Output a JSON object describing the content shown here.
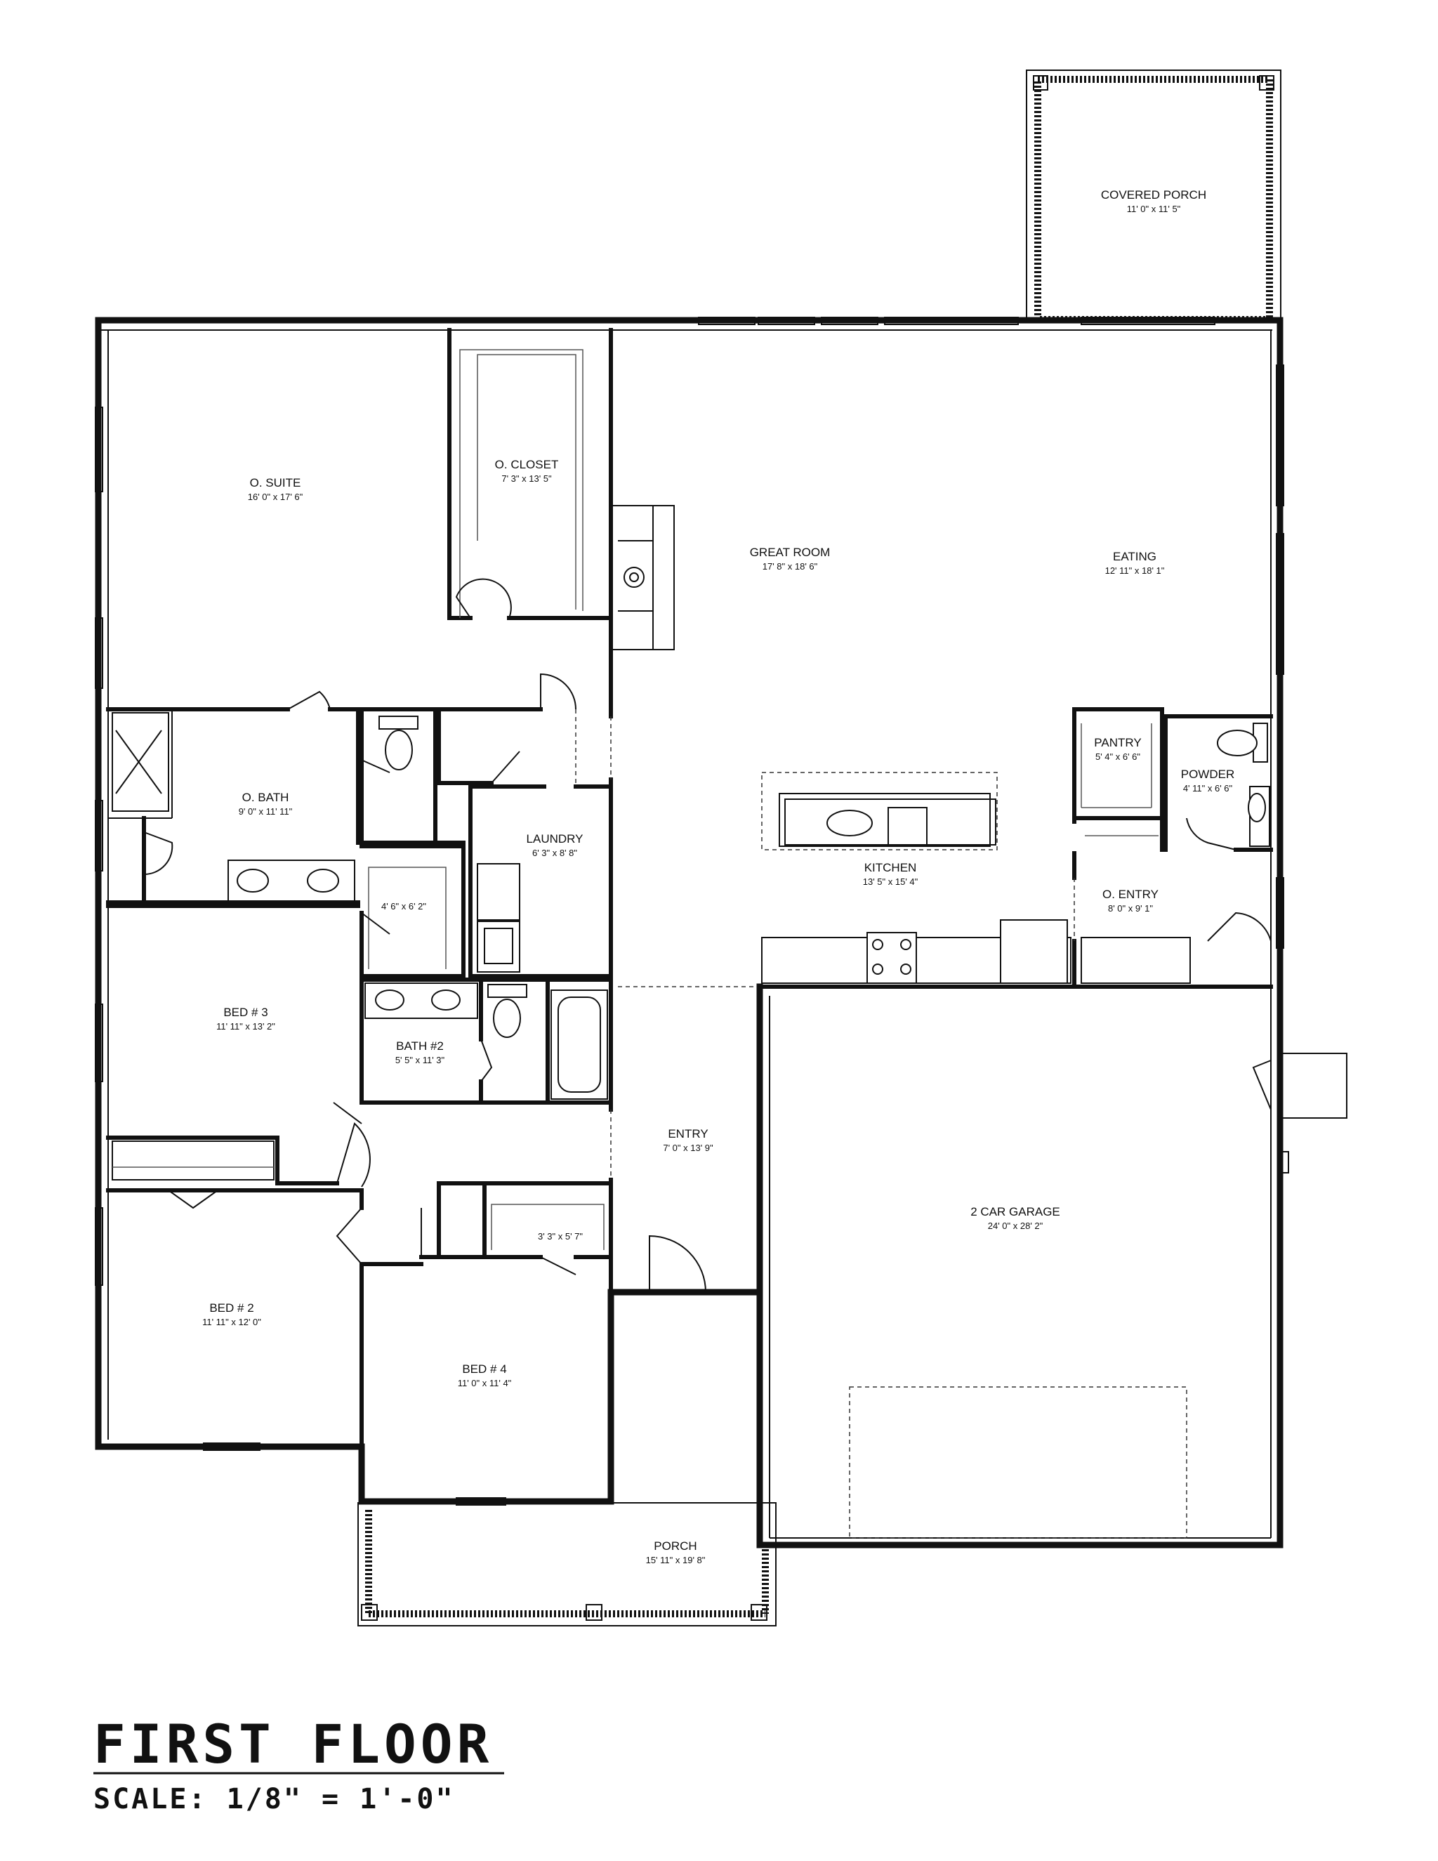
{
  "plan": {
    "title": "FIRST FLOOR",
    "scale": "SCALE: 1/8\" = 1'-0\""
  },
  "rooms": {
    "covered_porch": {
      "name": "COVERED PORCH",
      "dim": "11' 0\" x 11' 5\""
    },
    "o_suite": {
      "name": "O. SUITE",
      "dim": "16' 0\" x 17' 6\""
    },
    "o_closet": {
      "name": "O. CLOSET",
      "dim": "7' 3\" x 13' 5\""
    },
    "great_room": {
      "name": "GREAT ROOM",
      "dim": "17' 8\" x 18' 6\""
    },
    "eating": {
      "name": "EATING",
      "dim": "12' 11\" x 18' 1\""
    },
    "pantry": {
      "name": "PANTRY",
      "dim": "5' 4\" x 6' 6\""
    },
    "powder": {
      "name": "POWDER",
      "dim": "4' 11\" x 6' 6\""
    },
    "o_bath": {
      "name": "O. BATH",
      "dim": "9' 0\" x 11' 11\""
    },
    "laundry": {
      "name": "LAUNDRY",
      "dim": "6' 3\" x 8' 8\""
    },
    "kitchen": {
      "name": "KITCHEN",
      "dim": "13' 5\" x 15' 4\""
    },
    "o_entry": {
      "name": "O. ENTRY",
      "dim": "8' 0\" x 9' 1\""
    },
    "wic": {
      "name": "",
      "dim": "4' 6\" x 6' 2\""
    },
    "bed3": {
      "name": "BED # 3",
      "dim": "11' 11\" x 13' 2\""
    },
    "bath2": {
      "name": "BATH #2",
      "dim": "5' 5\" x 11' 3\""
    },
    "entry": {
      "name": "ENTRY",
      "dim": "7' 0\" x 13' 9\""
    },
    "garage": {
      "name": "2 CAR GARAGE",
      "dim": "24' 0\" x 28' 2\""
    },
    "closet_small": {
      "name": "",
      "dim": "3' 3\" x 5' 7\""
    },
    "bed2": {
      "name": "BED # 2",
      "dim": "11' 11\" x 12' 0\""
    },
    "bed4": {
      "name": "BED # 4",
      "dim": "11' 0\" x 11' 4\""
    },
    "porch": {
      "name": "PORCH",
      "dim": "15' 11\" x 19' 8\""
    }
  }
}
